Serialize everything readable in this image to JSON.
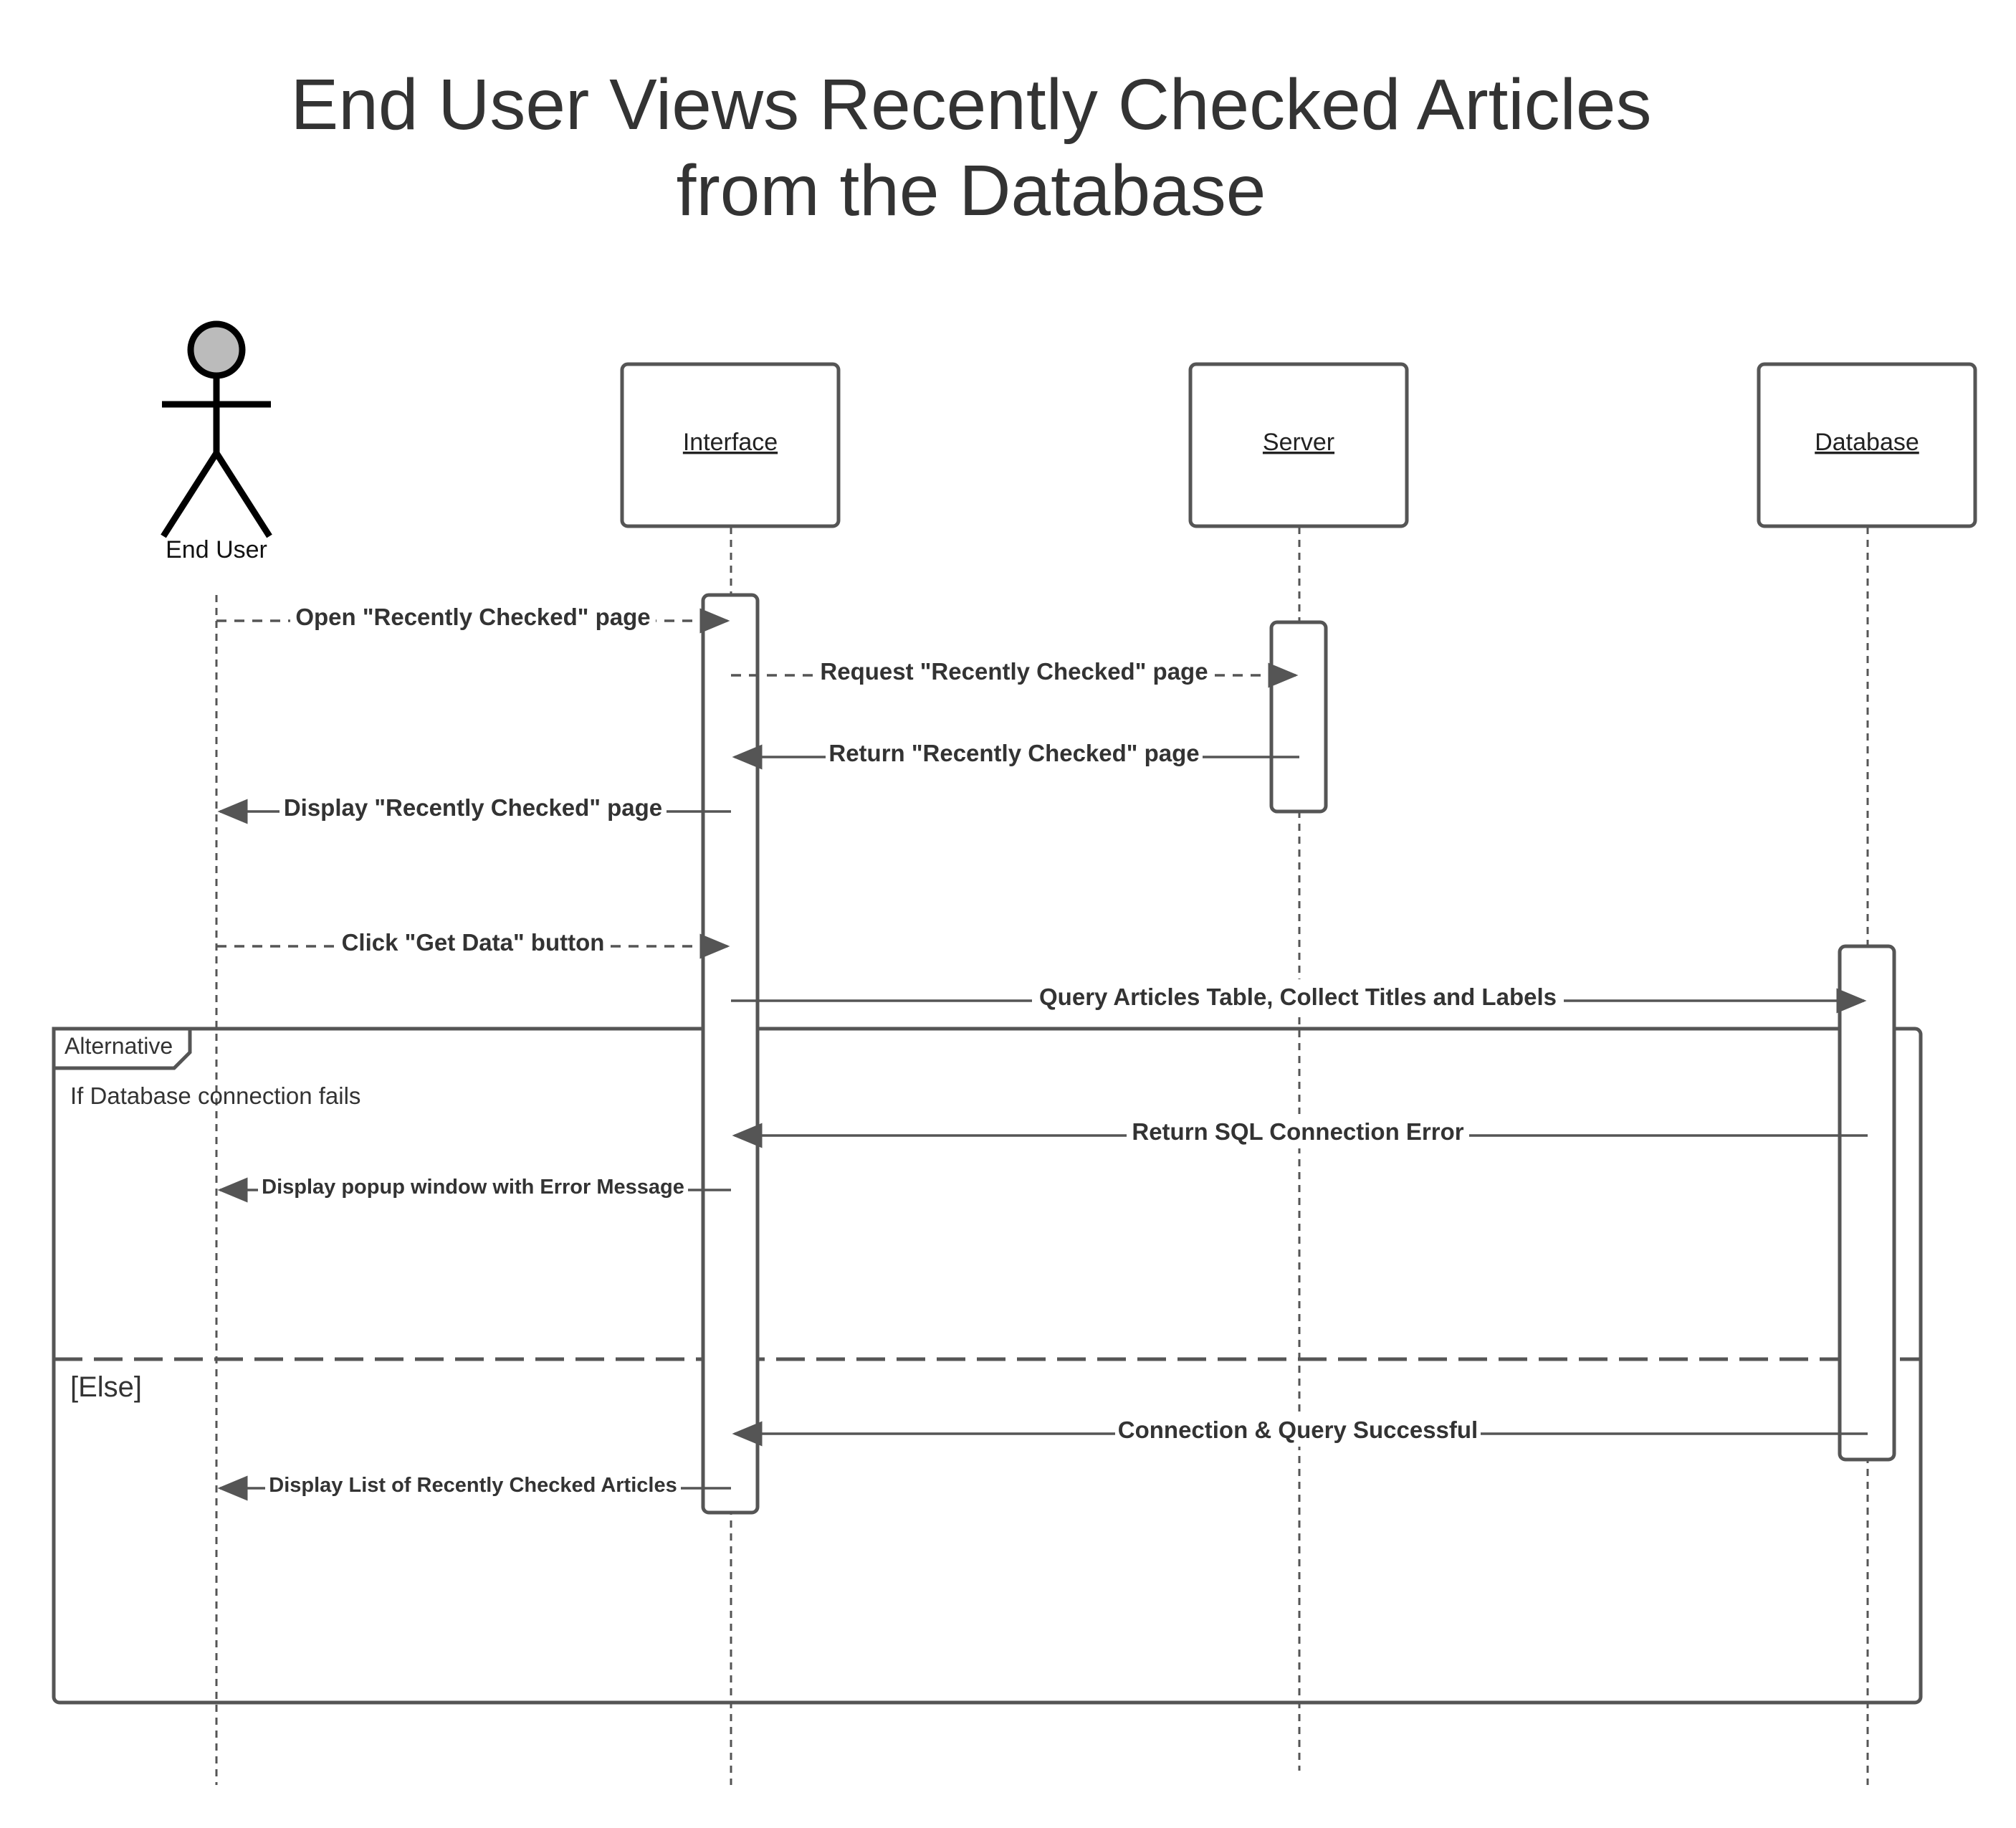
{
  "title": {
    "line1": "End User Views Recently Checked Articles",
    "line2": "from the Database"
  },
  "actor": {
    "label": "End User"
  },
  "participants": [
    {
      "label": "Interface"
    },
    {
      "label": "Server"
    },
    {
      "label": "Database"
    }
  ],
  "messages": [
    {
      "label": "Open \"Recently Checked\" page",
      "from": "End User",
      "to": "Interface",
      "style": "dashed"
    },
    {
      "label": "Request \"Recently Checked\" page",
      "from": "Interface",
      "to": "Server",
      "style": "dashed"
    },
    {
      "label": "Return \"Recently Checked\" page",
      "from": "Server",
      "to": "Interface",
      "style": "solid"
    },
    {
      "label": "Display \"Recently Checked\" page",
      "from": "Interface",
      "to": "End User",
      "style": "solid"
    },
    {
      "label": "Click \"Get Data\" button",
      "from": "End User",
      "to": "Interface",
      "style": "dashed"
    },
    {
      "label": "Query Articles Table, Collect Titles and Labels",
      "from": "Interface",
      "to": "Database",
      "style": "solid"
    },
    {
      "label": "Return SQL Connection Error",
      "from": "Database",
      "to": "Interface",
      "style": "solid"
    },
    {
      "label": "Display popup window with Error Message",
      "from": "Interface",
      "to": "End User",
      "style": "solid"
    },
    {
      "label": "Connection & Query Successful",
      "from": "Database",
      "to": "Interface",
      "style": "solid"
    },
    {
      "label": "Display List of Recently Checked Articles",
      "from": "Interface",
      "to": "End User",
      "style": "solid"
    }
  ],
  "fragment": {
    "label": "Alternative",
    "guard": "If Database connection fails",
    "else_label": "[Else]"
  },
  "colors": {
    "stroke": "#555555",
    "text": "#333333",
    "actor_head": "#bbbbbb"
  }
}
